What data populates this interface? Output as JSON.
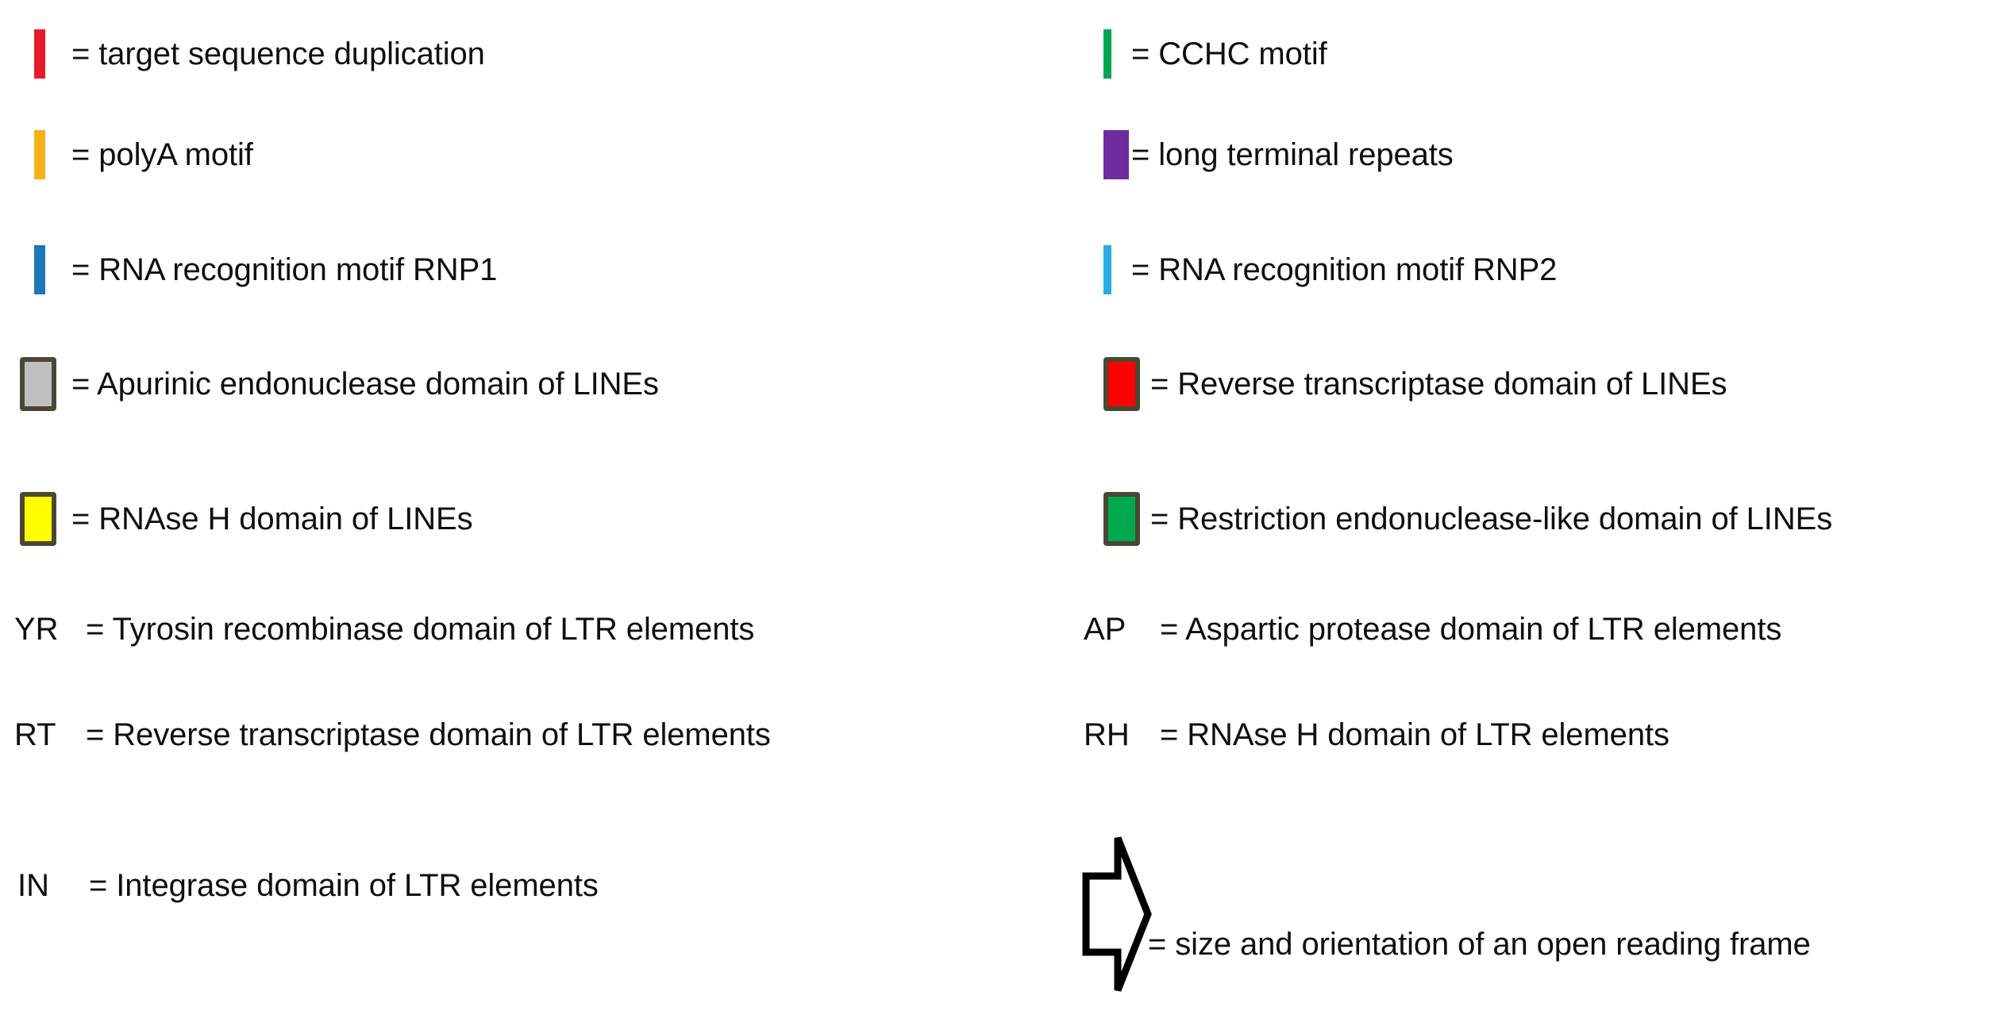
{
  "figure": {
    "kind": "legend",
    "background_color": "#ffffff",
    "text_color": "#0f0f0f",
    "box_border_color": "#4A4733",
    "equals_sign": "="
  },
  "columns": {
    "left": {
      "rows": [
        {
          "key": "target-sequence-duplication",
          "marker": "vertical-bar",
          "marker_name": "red-bar-swatch",
          "color": "#E8192C",
          "label": "= target sequence duplication"
        },
        {
          "key": "polya-motif",
          "marker": "vertical-bar",
          "marker_name": "amber-bar-swatch",
          "color": "#F5B216",
          "label": "= polyA motif"
        },
        {
          "key": "rna-recognition-motif-rnp1",
          "marker": "vertical-bar",
          "marker_name": "blue-bar-swatch",
          "color": "#1B76BC",
          "label": "= RNA recognition motif RNP1"
        },
        {
          "key": "apurinic-endonuclease-domain-of-lines",
          "marker": "outlined-box",
          "marker_name": "gray-box-swatch",
          "color": "#BFBFBF",
          "label": "= Apurinic endonuclease domain of LINEs"
        },
        {
          "key": "rnase-h-domain-of-lines",
          "marker": "outlined-box",
          "marker_name": "yellow-box-swatch",
          "color": "#FFFF00",
          "label": "= RNAse H domain of LINEs"
        },
        {
          "key": "tyrosin-recombinase-domain-of-ltr-elements",
          "marker": "abbreviation",
          "marker_name": "abbreviation-yr",
          "abbr": "YR",
          "label": "= Tyrosin recombinase domain of LTR elements"
        },
        {
          "key": "reverse-transcriptase-domain-of-ltr-elements",
          "marker": "abbreviation",
          "marker_name": "abbreviation-rt",
          "abbr": "RT",
          "label": "= Reverse transcriptase domain of LTR elements"
        },
        {
          "key": "integrase-domain-of-ltr-elements",
          "marker": "abbreviation",
          "marker_name": "abbreviation-in",
          "abbr": "IN",
          "label": "= Integrase domain of LTR elements"
        }
      ]
    },
    "right": {
      "rows": [
        {
          "key": "cchc-motif",
          "marker": "vertical-bar",
          "marker_name": "green-bar-swatch",
          "color": "#00A44F",
          "label": "= CCHC motif"
        },
        {
          "key": "long-terminal-repeats",
          "marker": "block",
          "marker_name": "purple-block-swatch",
          "color": "#6D2DA0",
          "label": "= long terminal repeats"
        },
        {
          "key": "rna-recognition-motif-rnp2",
          "marker": "vertical-bar",
          "marker_name": "cyan-bar-swatch",
          "color": "#28ABE3",
          "label": "= RNA recognition motif RNP2"
        },
        {
          "key": "reverse-transcriptase-domain-of-lines",
          "marker": "outlined-box",
          "marker_name": "red-box-swatch",
          "color": "#FF0000",
          "label": "= Reverse transcriptase domain of LINEs"
        },
        {
          "key": "restriction-endonuclease-like-domain-of-lines",
          "marker": "outlined-box",
          "marker_name": "green-box-swatch",
          "color": "#00A94F",
          "label": "= Restriction endonuclease-like domain of LINEs"
        },
        {
          "key": "aspartic-protease-domain-of-ltr-elements",
          "marker": "abbreviation",
          "marker_name": "abbreviation-ap",
          "abbr": "AP",
          "label": "= Aspartic protease domain of LTR elements"
        },
        {
          "key": "rnase-h-domain-of-ltr-elements",
          "marker": "abbreviation",
          "marker_name": "abbreviation-rh",
          "abbr": "RH",
          "label": "= RNAse H domain of LTR elements"
        },
        {
          "key": "open-reading-frame",
          "marker": "arrow-outline",
          "marker_name": "open-reading-frame-arrow-icon",
          "color": "#000000",
          "label": "= size and orientation of an open reading frame"
        }
      ]
    }
  }
}
